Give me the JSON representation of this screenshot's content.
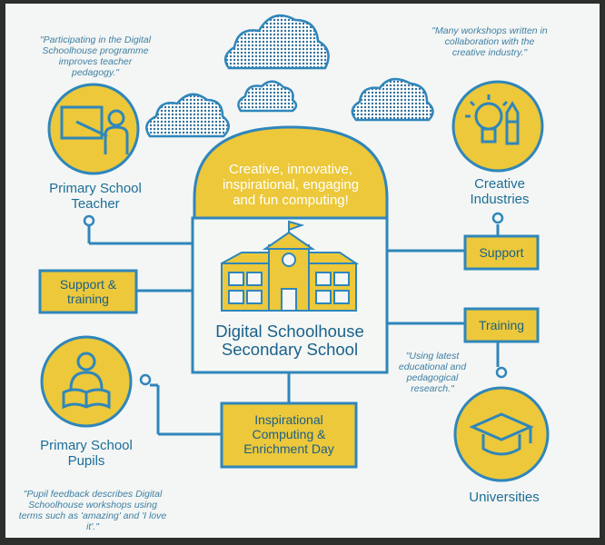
{
  "quotes": {
    "teacher": "\"Participating in the Digital Schoolhouse programme improves teacher pedagogy.\"",
    "creative": "\"Many workshops written in collaboration with the creative industry.\"",
    "research": "\"Using latest educational and pedagogical research.\"",
    "pupils": "\"Pupil feedback describes Digital Schoolhouse workshops using terms such as 'amazing' and 'I love it'.\""
  },
  "nodes": {
    "teacher": "Primary School Teacher",
    "creative": "Creative Industries",
    "pupils": "Primary School Pupils",
    "universities": "Universities"
  },
  "boxes": {
    "support_training": "Support & training",
    "support": "Support",
    "training": "Training",
    "enrichment": "Inspirational Computing & Enrichment Day"
  },
  "center": {
    "dome_text": "Creative, innovative, inspirational, engaging and fun computing!",
    "title": "Digital Schoolhouse Secondary School"
  },
  "colors": {
    "blue": "#2f86bb",
    "yellow": "#ecc83a",
    "background": "#f3f6f4"
  }
}
